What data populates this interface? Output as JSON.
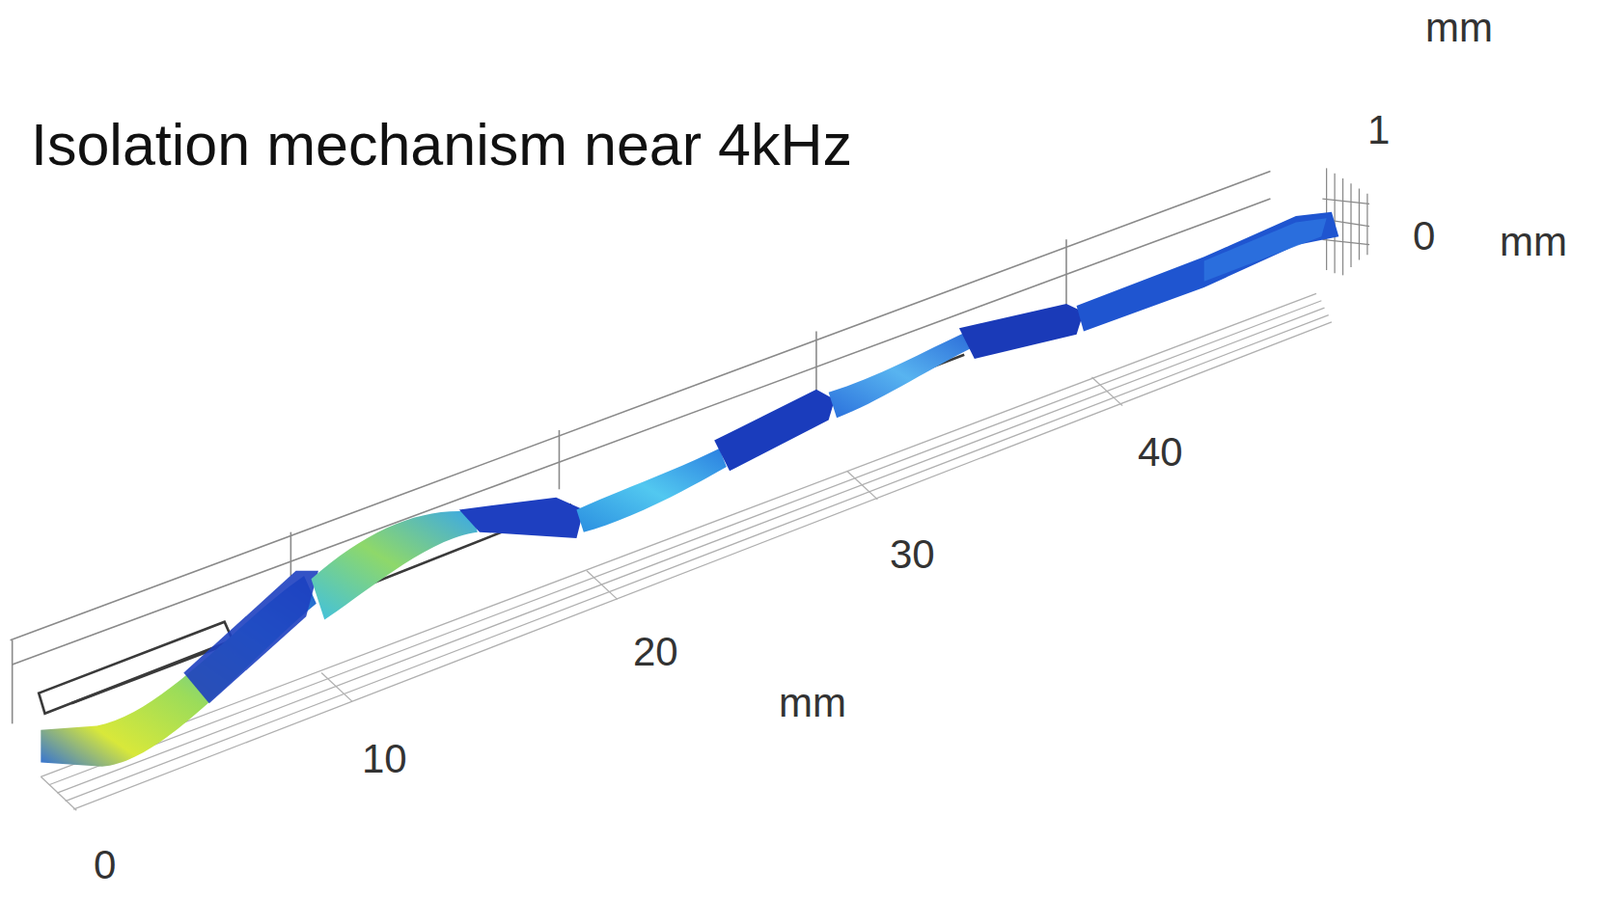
{
  "diagram": {
    "title": "Isolation mechanism near 4kHz",
    "labels": [
      "mm",
      "1",
      "0",
      "mm",
      "40",
      "30",
      "20",
      "mm",
      "10",
      "0"
    ]
  }
}
